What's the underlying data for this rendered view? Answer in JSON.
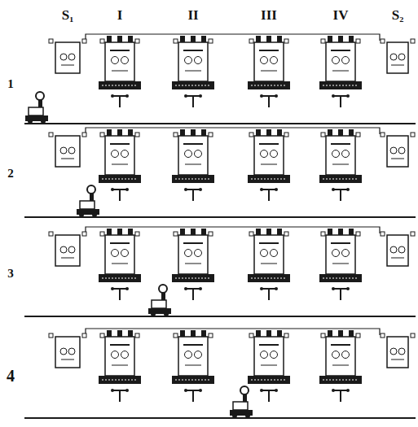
{
  "diagram": {
    "labels": [
      "S₁",
      "I",
      "II",
      "III",
      "IV",
      "S₂",
      "1",
      "2",
      "3",
      "4"
    ]
  }
}
